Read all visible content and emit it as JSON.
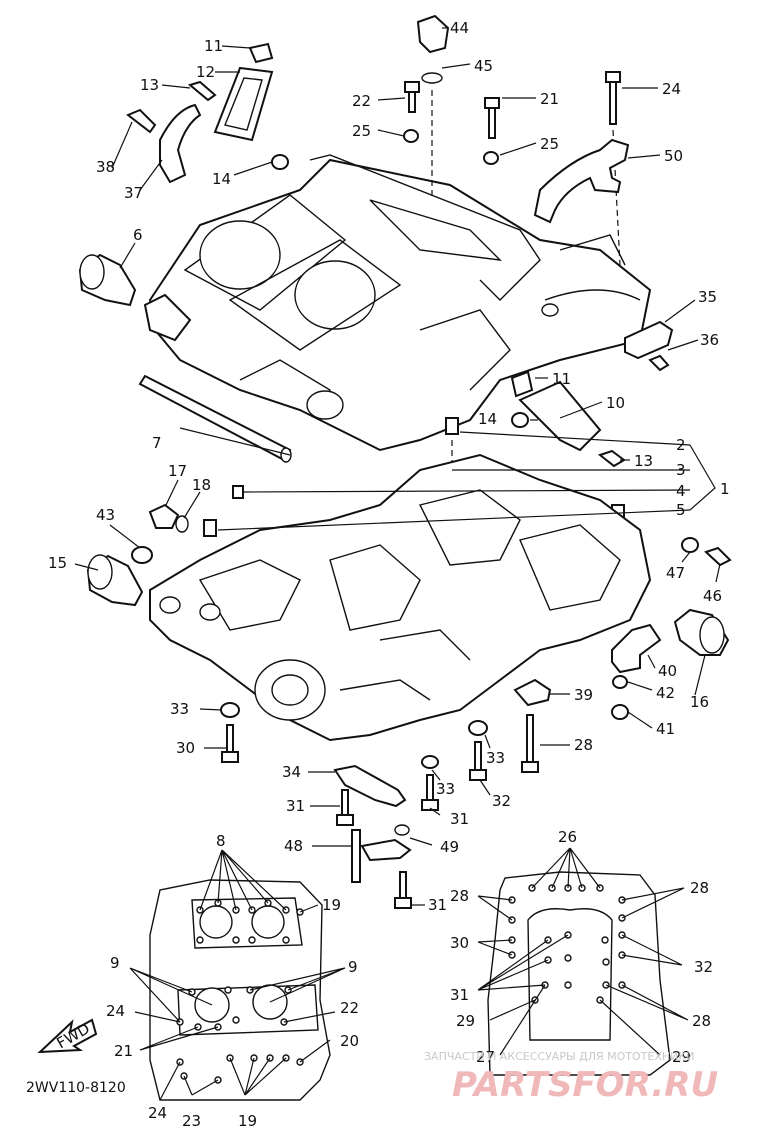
{
  "diagram": {
    "code": "2WV110-8120",
    "arrow_label": "FWD",
    "callouts": [
      "1",
      "2",
      "3",
      "4",
      "5",
      "6",
      "7",
      "8",
      "9",
      "10",
      "11",
      "12",
      "13",
      "14",
      "15",
      "16",
      "17",
      "18",
      "19",
      "20",
      "21",
      "22",
      "23",
      "24",
      "25",
      "26",
      "27",
      "28",
      "29",
      "30",
      "31",
      "32",
      "33",
      "34",
      "35",
      "36",
      "37",
      "38",
      "39",
      "40",
      "41",
      "42",
      "43",
      "44",
      "45",
      "46",
      "47",
      "48",
      "49",
      "50"
    ]
  },
  "watermark": {
    "line1": "ЗАПЧАСТИ И АКСЕССУАРЫ ДЛЯ МОТОТЕХНИКИ",
    "line2": "PARTSFOR.RU"
  },
  "colors": {
    "ink": "#111111",
    "paper": "#ffffff",
    "watermark_red": "#f0b8b8",
    "watermark_grey": "#c8c8c8"
  }
}
